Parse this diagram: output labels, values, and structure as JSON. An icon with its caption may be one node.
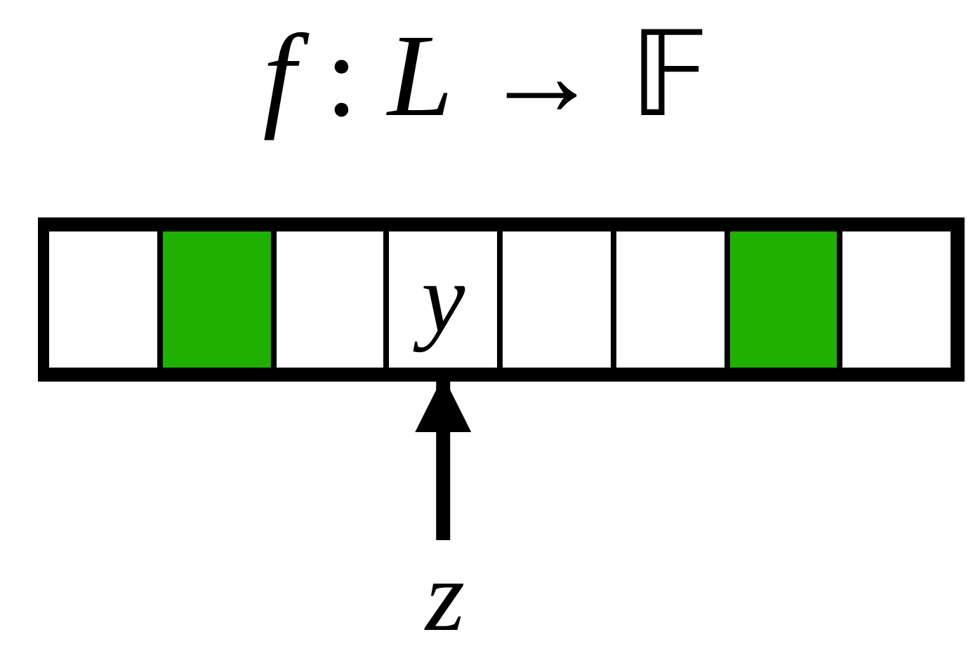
{
  "diagram": {
    "title": "*f* : *L* → 𝔽",
    "nodes": [
      {
        "text": [],
        "shape": "bar"
      },
      {
        "text": [],
        "shape": "box",
        "in": 0
      },
      {
        "text": [],
        "shape": "box",
        "in": 0
      },
      {
        "text": [],
        "shape": "box",
        "in": 0
      },
      {
        "text": [
          "y"
        ],
        "in": 0
      },
      {
        "text": [],
        "shape": "box",
        "in": 0
      },
      {
        "text": [],
        "shape": "box",
        "in": 0
      },
      {
        "text": [],
        "shape": "box",
        "in": 0
      },
      {
        "text": [],
        "shape": "box",
        "in": 0
      },
      {
        "text": [
          "z"
        ]
      }
    ],
    "edges": [
      {
        "from": 9,
        "to": 4,
        "arrow": "to"
      }
    ]
  }
}
